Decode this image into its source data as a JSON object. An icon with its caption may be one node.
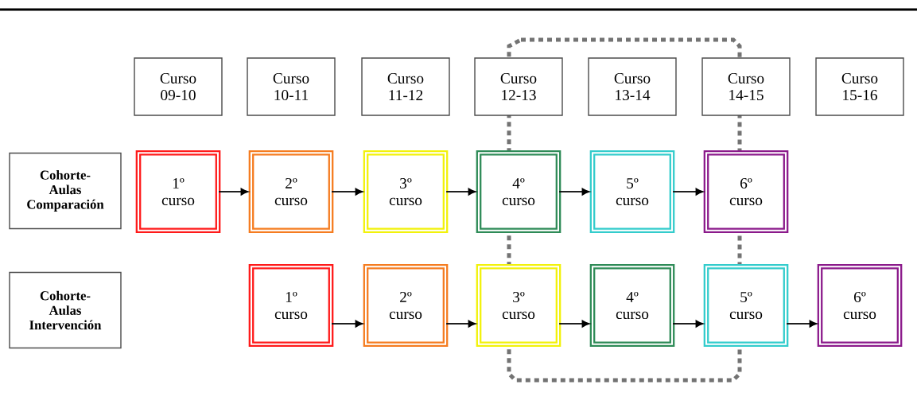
{
  "diagram": {
    "nodes": [
      {
        "text": [
          "Curso 09-10"
        ]
      },
      {
        "text": [
          "Curso 10-11"
        ]
      },
      {
        "text": [
          "Curso 11-12"
        ]
      },
      {
        "text": [
          "Curso 12-13"
        ]
      },
      {
        "text": [
          "Curso 13-14"
        ]
      },
      {
        "text": [
          "Curso 14-15"
        ]
      },
      {
        "text": [
          "Curso 15-16"
        ]
      },
      {
        "text": [
          "Cohorte- Aulas Comparación"
        ]
      },
      {
        "text": [
          "1º curso"
        ]
      },
      {
        "text": [
          "2º curso"
        ]
      },
      {
        "text": [
          "3º curso"
        ]
      },
      {
        "text": [
          "4º curso"
        ]
      },
      {
        "text": [
          "5º curso"
        ]
      },
      {
        "text": [
          "6º curso"
        ]
      },
      {
        "text": [
          "Cohorte- Aulas Intervención"
        ]
      },
      {
        "text": [
          "1º curso"
        ]
      },
      {
        "text": [
          "2º curso"
        ]
      },
      {
        "text": [
          "3º curso"
        ]
      },
      {
        "text": [
          "4º curso"
        ]
      },
      {
        "text": [
          "5º curso"
        ]
      },
      {
        "text": [
          "6º curso"
        ]
      }
    ],
    "edges": [
      {
        "from": 8,
        "to": 9,
        "arrow": "to"
      },
      {
        "from": 9,
        "to": 10,
        "arrow": "to"
      },
      {
        "from": 10,
        "to": 11,
        "arrow": "to"
      },
      {
        "from": 11,
        "to": 12,
        "arrow": "to"
      },
      {
        "from": 12,
        "to": 13,
        "arrow": "to"
      },
      {
        "from": 15,
        "to": 16,
        "arrow": "to"
      },
      {
        "from": 16,
        "to": 17,
        "arrow": "to"
      },
      {
        "from": 17,
        "to": 18,
        "arrow": "to"
      },
      {
        "from": 18,
        "to": 19,
        "arrow": "to"
      },
      {
        "from": 19,
        "to": 20,
        "arrow": "to"
      }
    ]
  }
}
